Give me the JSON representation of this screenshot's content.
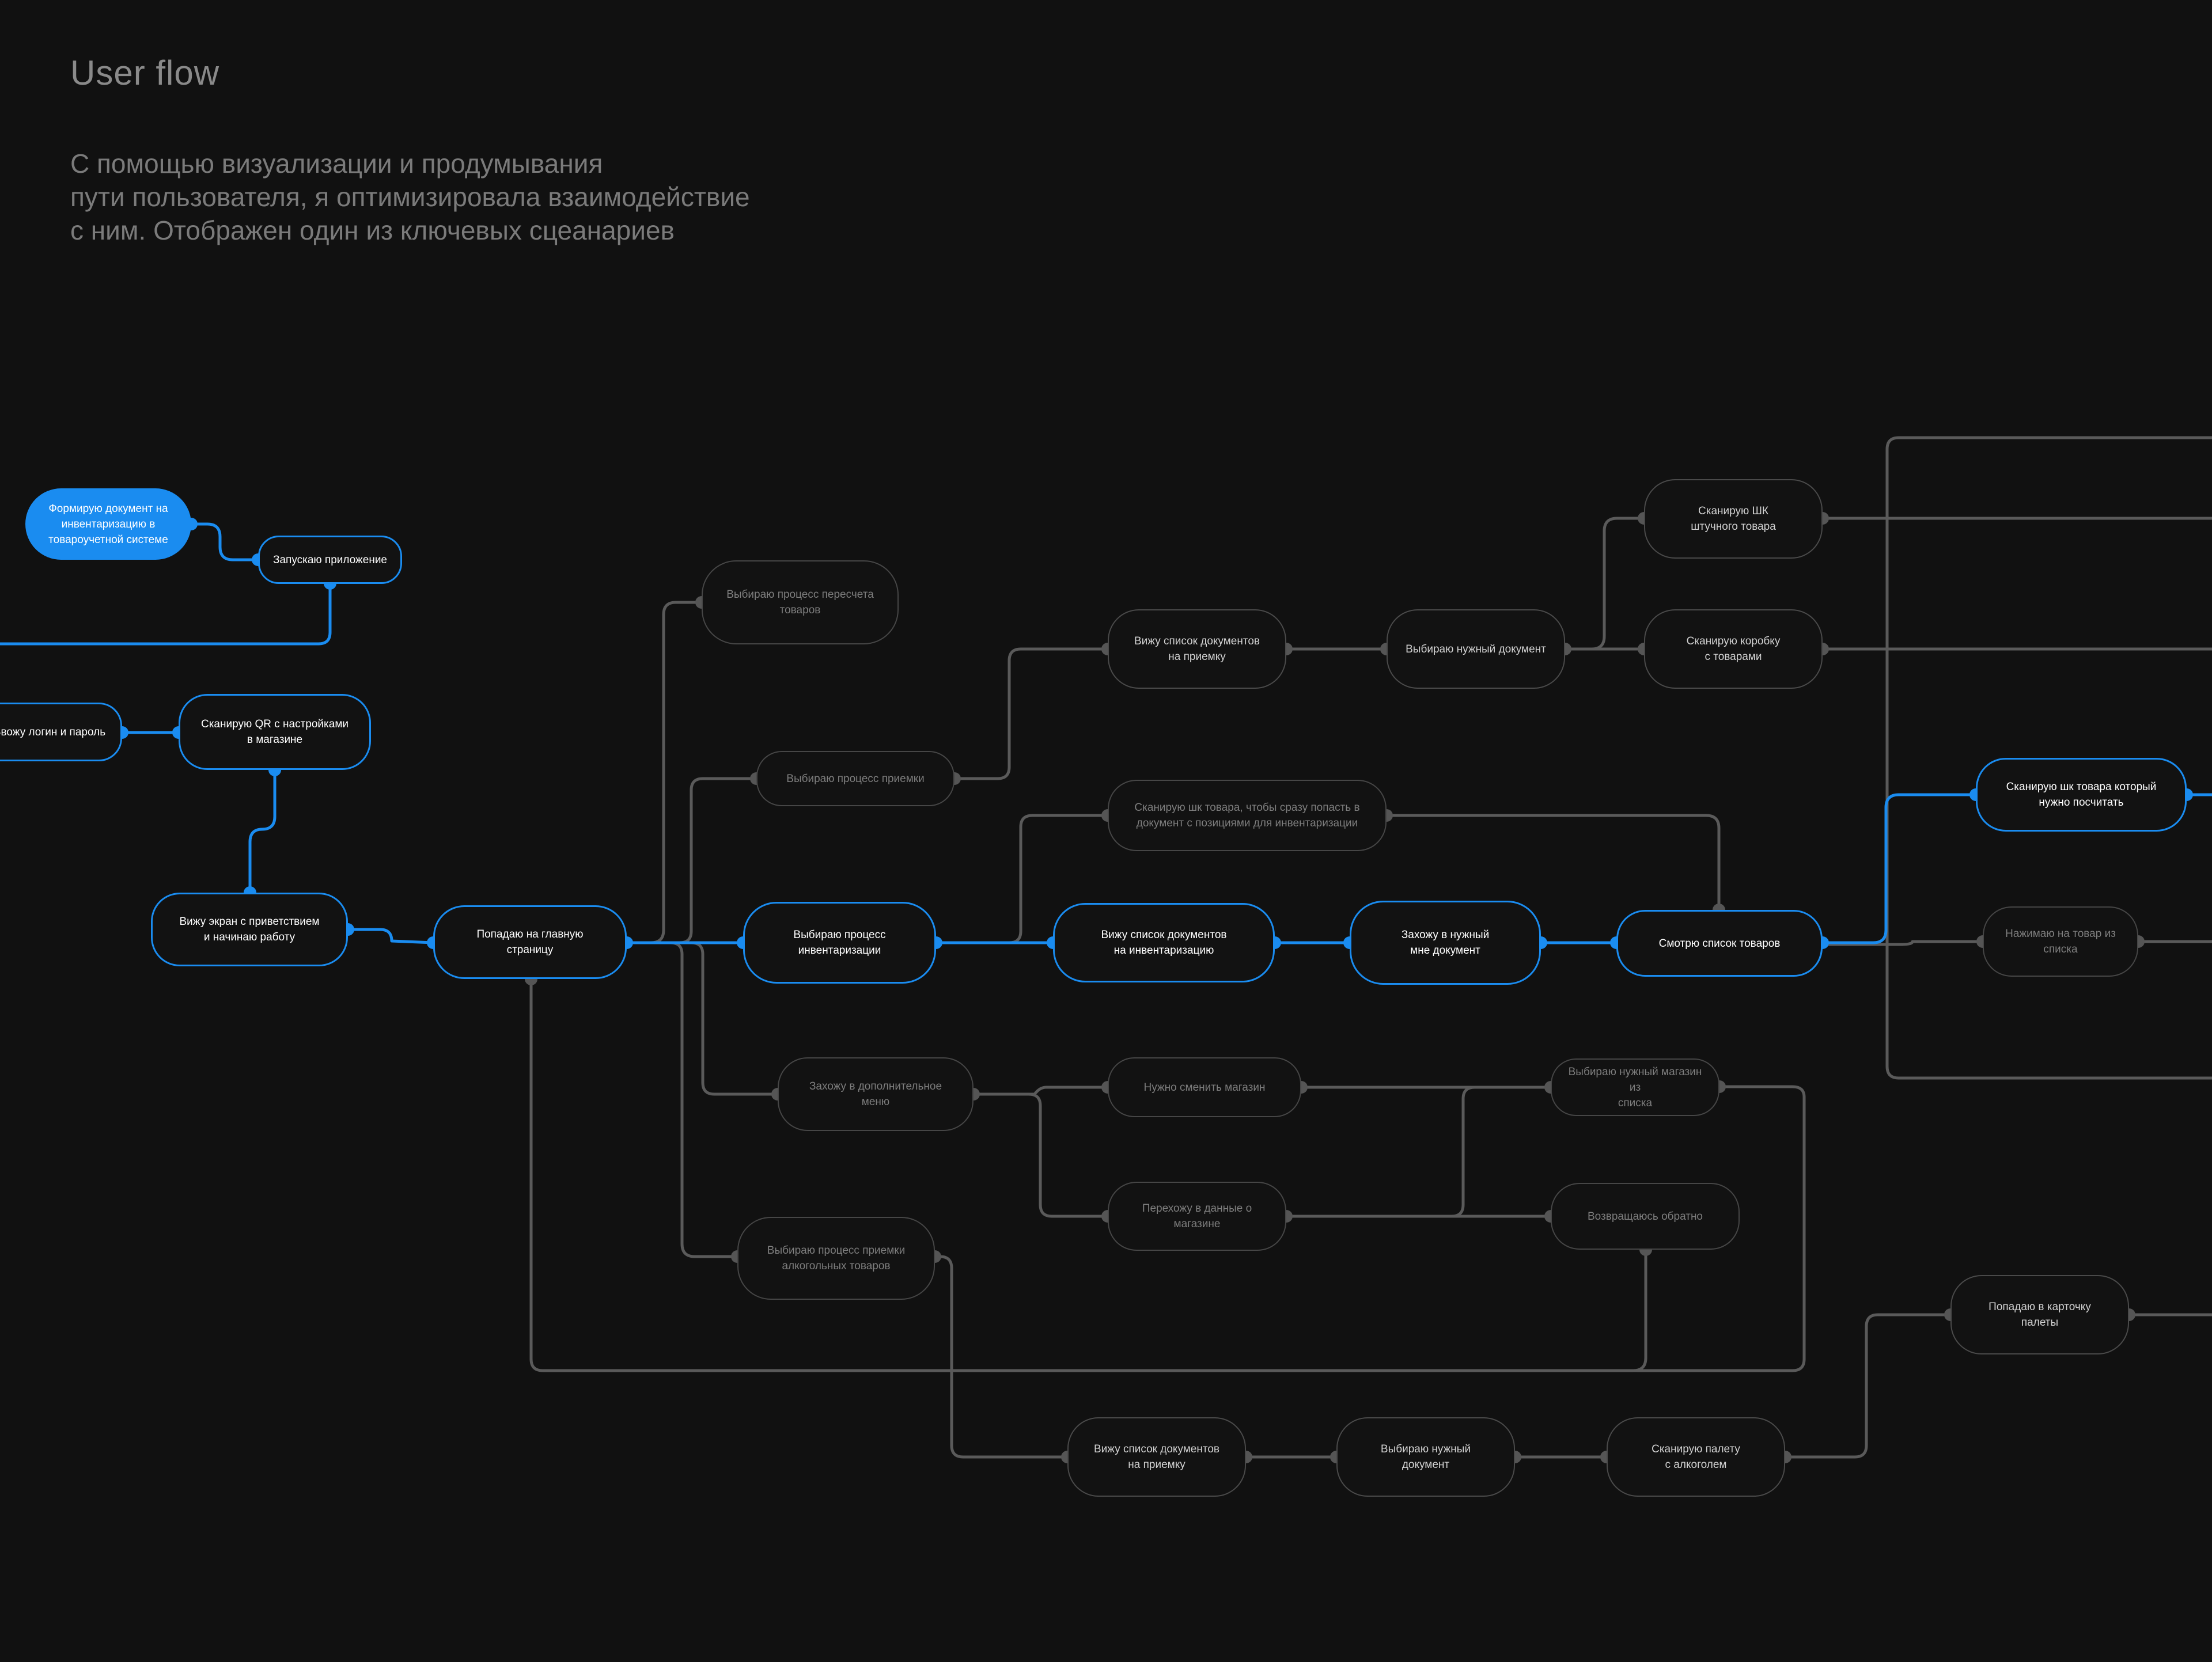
{
  "header": {
    "title": "User flow",
    "description": [
      "С помощью визуализации и продумывания",
      "пути пользователя, я оптимизировала взаимодействие",
      "с ним. Отображен один из ключевых сцеанариев"
    ]
  },
  "colors": {
    "background": "#111111",
    "accent": "#1a8cf0",
    "muted_line": "#5a5a5a"
  },
  "nodes": {
    "form_doc": "Формирую документ на\nинвентаризацию в\nтовароучетной системе",
    "launch_app": "Запускаю приложение",
    "login": "Ввожу логин и пароль",
    "scan_qr": "Сканирую QR с настройками\nв магазине",
    "welcome": "Вижу экран с приветствием\nи начинаю работу",
    "main_page": "Попадаю на главную\nстраницу",
    "recount": "Выбираю процесс пересчета\nтоваров",
    "accept": "Выбираю процесс приемки",
    "accept_docs": "Вижу список документов\nна приемку",
    "choose_doc_top": "Выбираю нужный документ",
    "scan_piece": "Сканирую ШК\nштучного товара",
    "scan_box": "Сканирую коробку\nс товарами",
    "scan_quick": "Сканирую шк товара, чтобы сразу попасть в\nдокумент с позициями для инвентаризации",
    "inventory": "Выбираю процесс\nинвентаризации",
    "inv_docs": "Вижу список документов\nна инвентаризацию",
    "enter_doc": "Захожу в нужный\nмне документ",
    "goods_list": "Смотрю список товаров",
    "scan_count": "Сканирую шк товара который\nнужно посчитать",
    "tap_item": "Нажимаю на товар из\nсписка",
    "extra_menu": "Захожу в  дополнительное\nменю",
    "change_store": "Нужно сменить магазин",
    "pick_store": "Выбираю нужный магазин из\nсписка",
    "store_data": "Перехожу в данные о\nмагазине",
    "go_back": "Возвращаюсь обратно",
    "alcohol": "Выбираю процесс приемки\nалкогольных товаров",
    "alc_docs": "Вижу список документов\nна приемку",
    "alc_choose": "Выбираю нужный\nдокумент",
    "alc_pallet": "Сканирую палету\nс алкоголем",
    "pallet_card": "Попадаю в карточку\nпалеты"
  }
}
